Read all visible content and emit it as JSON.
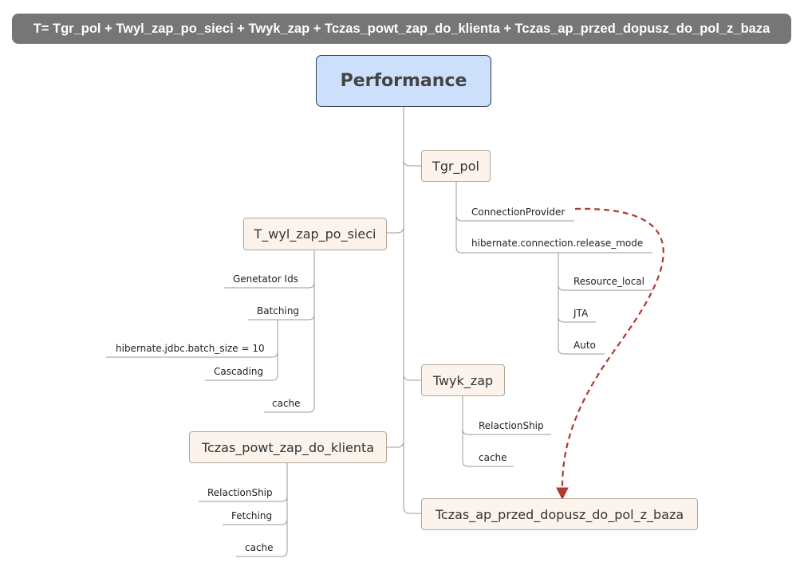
{
  "formula": "T= Tgr_pol + Twyl_zap_po_sieci + Twyk_zap + Tczas_powt_zap_do_klienta + Tczas_ap_przed_dopusz_do_pol_z_baza",
  "root": "Performance",
  "tgr_pol": {
    "label": "Tgr_pol",
    "connection_provider": "ConnectionProvider",
    "release_mode": "hibernate.connection.release_mode",
    "release_mode_values": [
      "Resource_local",
      "JTA",
      "Auto"
    ]
  },
  "t_wyl": {
    "label": "T_wyl_zap_po_sieci",
    "generator_ids": "Genetator Ids",
    "batching": "Batching",
    "batch_size": "hibernate.jdbc.batch_size = 10",
    "cascading": "Cascading",
    "cache": "cache"
  },
  "twyk_zap": {
    "label": "Twyk_zap",
    "children": [
      "RelactionShip",
      "cache"
    ]
  },
  "tczas_powt": {
    "label": "Tczas_powt_zap_do_klienta",
    "children": [
      "RelactionShip",
      "Fetching",
      "cache"
    ]
  },
  "tczas_ap": {
    "label": "Tczas_ap_przed_dopusz_do_pol_z_baza"
  },
  "colors": {
    "banner": "#767676",
    "root_fill": "#cde0fb",
    "node_fill": "#fcf4ec",
    "line": "#9a9a9a",
    "relationship_arrow": "#b03a2e"
  }
}
